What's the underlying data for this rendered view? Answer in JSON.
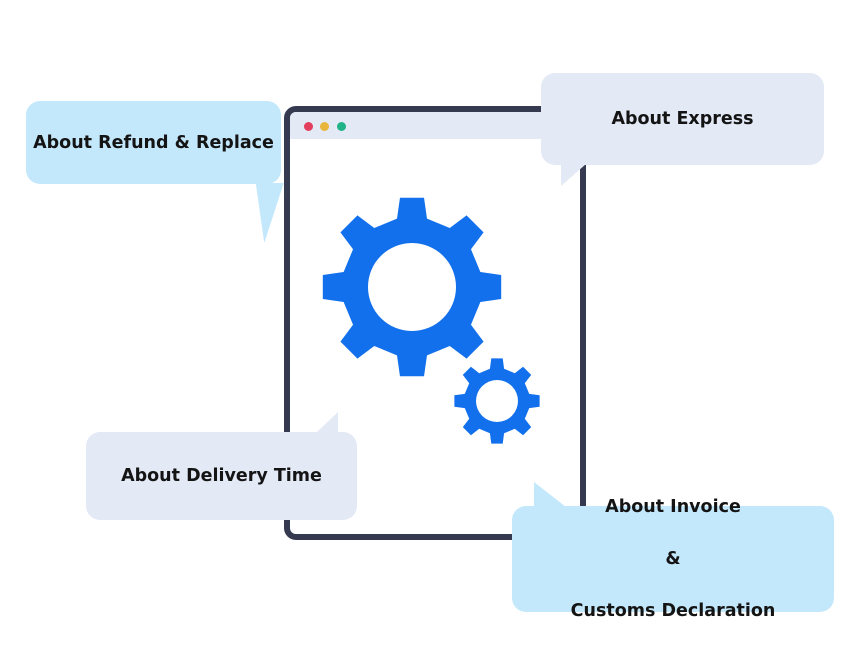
{
  "window": {
    "controls": [
      {
        "name": "close",
        "color": "#e23f5f"
      },
      {
        "name": "minimize",
        "color": "#e9b63d"
      },
      {
        "name": "maximize",
        "color": "#20b388"
      }
    ]
  },
  "illustration": {
    "icons": [
      "large-gear-icon",
      "small-gear-icon"
    ],
    "gear_color": "#1270ec"
  },
  "bubbles": {
    "refund": {
      "label": "About Refund & Replace",
      "color": "#c4e8fb"
    },
    "express": {
      "label": "About Express",
      "color": "#e3e9f5"
    },
    "delivery": {
      "label": "About Delivery Time",
      "color": "#e3e9f5"
    },
    "invoice": {
      "line1": "About Invoice",
      "line2": "&",
      "line3": "Customs Declaration",
      "color": "#c4e8fb"
    }
  }
}
